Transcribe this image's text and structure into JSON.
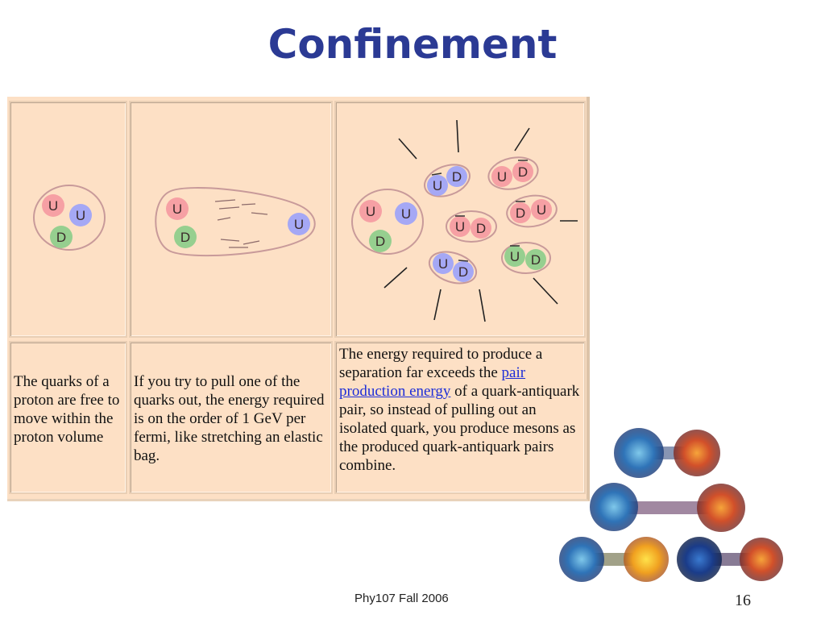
{
  "slide": {
    "title": "Confinement",
    "footer": "Phy107 Fall 2006",
    "page_number": "16"
  },
  "quarks": {
    "u": "U",
    "d": "D",
    "u_bar": "U",
    "d_bar": "D"
  },
  "captions": {
    "proton": "The quarks of a proton are free to move within the proton volume",
    "stretch": "If you try to pull one of the quarks out, the energy required is on the order of 1 GeV per fermi, like stretching an elastic bag.",
    "mesons_before_link": "The energy required to produce a separation far exceeds the ",
    "mesons_link": "pair production energy",
    "mesons_after_link": " of a quark-antiquark pair, so instead of pulling out an isolated quark, you produce mesons as the produced quark-antiquark pairs combine."
  },
  "colors": {
    "title": "#2b3a94",
    "panel_bg": "#fde0c5",
    "u_quark": "#f6a0a4",
    "d_quark": "#96cf8f",
    "u_blue": "#a5a8f5",
    "link": "#1d2ed8"
  }
}
